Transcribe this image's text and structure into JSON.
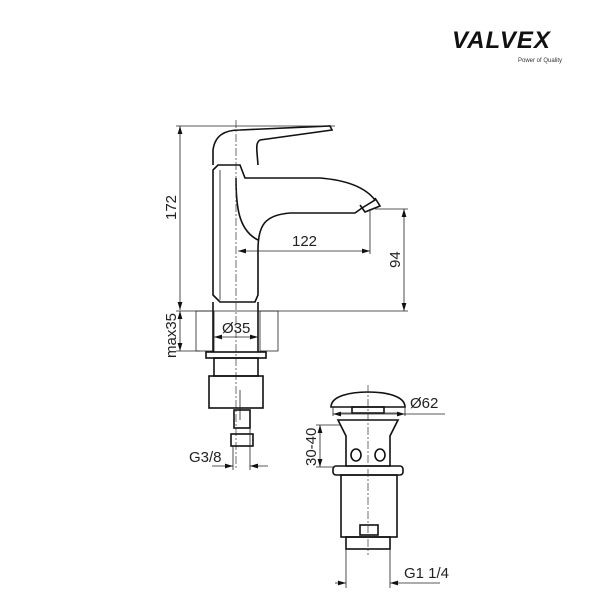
{
  "brand": {
    "name": "VALVEX",
    "tagline": "Power of Quality"
  },
  "faucet_dimensions": {
    "height": "172",
    "spout_reach": "122",
    "spout_height": "94",
    "max_thickness": "max35",
    "hole_diameter": "Ø35",
    "connection_thread": "G3/8"
  },
  "drain_dimensions": {
    "cap_diameter": "Ø62",
    "adjust_range": "30-40",
    "thread": "G1 1/4"
  }
}
